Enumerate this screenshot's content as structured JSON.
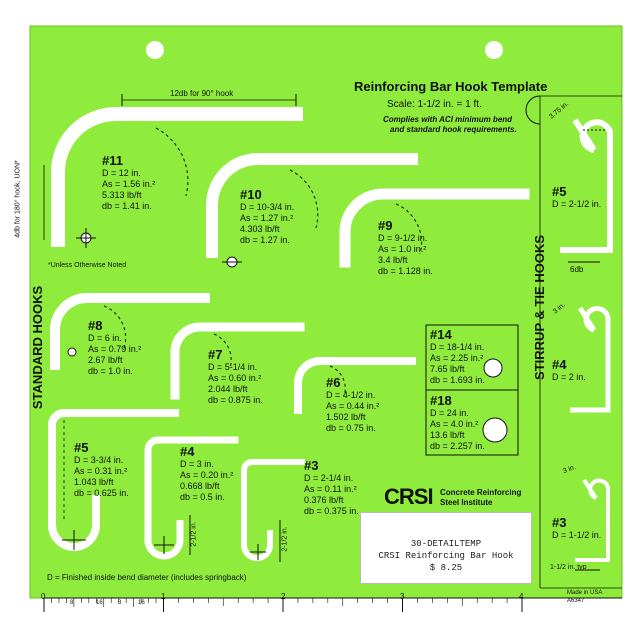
{
  "header": {
    "title": "Reinforcing Bar Hook Template",
    "scale": "Scale: 1-1/2 in. = 1 ft.",
    "compliance_line1": "Complies with ACI minimum bend",
    "compliance_line2": "and standard hook requirements."
  },
  "side_labels": {
    "standard_hooks": "STANDARD HOOKS",
    "stirrup_tie_hooks": "STIRRUP & TIE HOOKS"
  },
  "dimension_labels": {
    "twelve_db": "12db for 90° hook",
    "four_db": "4db for 180° hook, UON*",
    "unless_noted": "*Unless Otherwise Noted",
    "stirrup5_a": "3.75 in.",
    "stirrup5_b": "6db",
    "stirrup4_a": "3 in.",
    "stirrup3_a": "3 in.",
    "stirrup3_b": "1-1/2 in. typ",
    "hook4_side": "2-1/2 in.",
    "hook3_side": "2-1/2 in."
  },
  "standard_hooks": [
    {
      "num": "#11",
      "d": "D = 12 in.",
      "a": "As = 1.56 in.²",
      "w": "5.313 lb/ft",
      "db": "db = 1.41 in."
    },
    {
      "num": "#10",
      "d": "D = 10-3/4 in.",
      "a": "As = 1.27 in.²",
      "w": "4.303 lb/ft",
      "db": "db = 1.27 in."
    },
    {
      "num": "#9",
      "d": "D = 9-1/2 in.",
      "a": "As = 1.0 in.²",
      "w": "3.4 lb/ft",
      "db": "db = 1.128 in."
    },
    {
      "num": "#8",
      "d": "D = 6 in.",
      "a": "As = 0.79 in.²",
      "w": "2.67 lb/ft",
      "db": "db = 1.0 in."
    },
    {
      "num": "#7",
      "d": "D = 5-1/4 in.",
      "a": "As = 0.60 in.²",
      "w": "2.044 lb/ft",
      "db": "db = 0.875 in."
    },
    {
      "num": "#6",
      "d": "D = 4-1/2 in.",
      "a": "As = 0.44 in.²",
      "w": "1.502 lb/ft",
      "db": "db = 0.75 in."
    },
    {
      "num": "#5",
      "d": "D = 3-3/4 in.",
      "a": "As = 0.31 in.²",
      "w": "1.043 lb/ft",
      "db": "db = 0.625 in."
    },
    {
      "num": "#4",
      "d": "D = 3 in.",
      "a": "As = 0.20 in.²",
      "w": "0.668 lb/ft",
      "db": "db = 0.5 in."
    },
    {
      "num": "#3",
      "d": "D = 2-1/4 in.",
      "a": "As = 0.11 in.²",
      "w": "0.376 lb/ft",
      "db": "db = 0.375 in."
    },
    {
      "num": "#14",
      "d": "D = 18-1/4 in.",
      "a": "As = 2.25 in.²",
      "w": "7.65 lb/ft",
      "db": "db = 1.693 in."
    },
    {
      "num": "#18",
      "d": "D = 24 in.",
      "a": "As = 4.0 in.²",
      "w": "13.6 lb/ft",
      "db": "db = 2.257 in."
    }
  ],
  "stirrup_hooks": [
    {
      "num": "#5",
      "d": "D = 2-1/2 in."
    },
    {
      "num": "#4",
      "d": "D = 2 in."
    },
    {
      "num": "#3",
      "d": "D = 1-1/2 in."
    }
  ],
  "footer": {
    "d_note": "D = Finished inside bend diameter (includes springback)",
    "made_in": "Made in USA",
    "part_no": "A6347",
    "logo": "CRSI",
    "org_line1": "Concrete Reinforcing",
    "org_line2": "Steel Institute"
  },
  "sticker": {
    "line1": "30-DETAILTEMP",
    "line2": "CRSI Reinforcing Bar Hook",
    "line3": "$ 8.25"
  },
  "ruler": {
    "major_labels": [
      "0",
      "1",
      "2",
      "3",
      "4"
    ],
    "minor_labels": [
      "8",
      "16",
      "3",
      "16"
    ]
  },
  "colors": {
    "template_green": "#8fec3c",
    "cutout_white": "#ffffff",
    "ink": "#111111"
  }
}
